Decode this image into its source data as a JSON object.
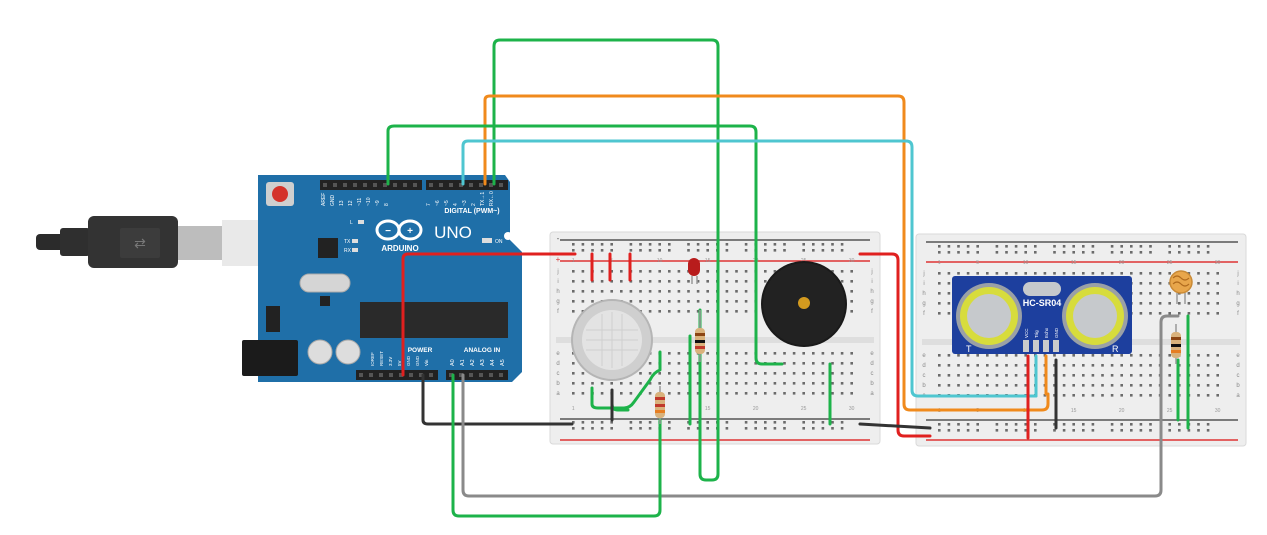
{
  "arduino": {
    "brand": "ARDUINO",
    "model": "UNO",
    "digital_header": "DIGITAL (PWM~)",
    "pin_labels_top": [
      "AREF",
      "GND",
      "13",
      "12",
      "~11",
      "~10",
      "~9",
      "8",
      "7",
      "~6",
      "~5",
      "4",
      "~3",
      "2",
      "TX→1",
      "RX←0"
    ],
    "led_labels": [
      "L",
      "TX",
      "RX"
    ],
    "on_label": "ON",
    "power_label": "POWER",
    "analog_label": "ANALOG IN",
    "power_pins": [
      "IOREF",
      "RESET",
      "3.3V",
      "5V",
      "GND",
      "GND",
      "Vin"
    ],
    "analog_pins": [
      "A0",
      "A1",
      "A2",
      "A3",
      "A4",
      "A5"
    ]
  },
  "breadboard_main": {
    "col_numbers": [
      "1",
      "5",
      "10",
      "15",
      "20",
      "25",
      "30"
    ],
    "row_letters_top": [
      "j",
      "i",
      "h",
      "g",
      "f"
    ],
    "row_letters_bottom": [
      "e",
      "d",
      "c",
      "b",
      "a"
    ],
    "plus": "+",
    "minus": "-"
  },
  "breadboard_right": {
    "col_numbers": [
      "1",
      "5",
      "10",
      "15",
      "20",
      "25",
      "30"
    ],
    "row_letters_top": [
      "j",
      "i",
      "h",
      "g",
      "f"
    ],
    "row_letters_bottom": [
      "e",
      "d",
      "c",
      "b",
      "a"
    ]
  },
  "ultrasonic": {
    "model": "HC-SR04",
    "pin_labels": [
      "VCC",
      "Trig",
      "Echo",
      "GND"
    ],
    "t_label": "T",
    "r_label": "R"
  },
  "colors": {
    "board_blue": "#1f6fa8",
    "wire_green": "#1db34a",
    "wire_orange": "#f08a1c",
    "wire_cyan": "#4fc6d0",
    "wire_red": "#e0201f",
    "wire_black": "#333333",
    "wire_gray": "#8a8a8a"
  }
}
